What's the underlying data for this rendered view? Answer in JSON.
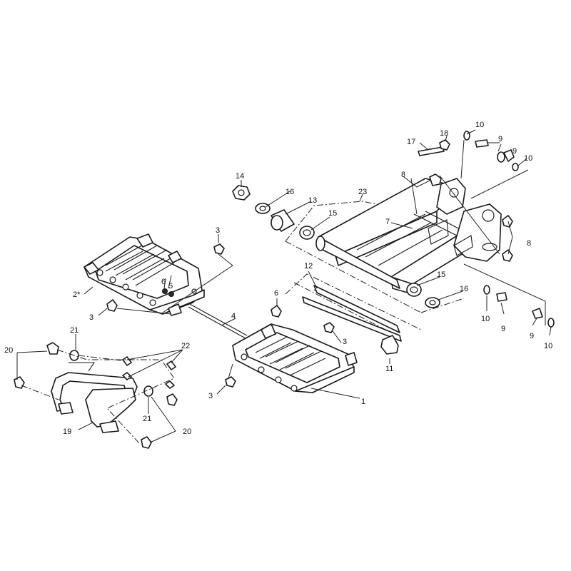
{
  "callouts": {
    "c1": "1",
    "c2": "2*",
    "c3a": "3",
    "c3b": "3",
    "c3c": "3",
    "c3d": "3",
    "c4": "4",
    "c5": "5",
    "c6a": "6",
    "c6b": "6",
    "c7": "7",
    "c8a": "8",
    "c8b": "8",
    "c9a": "9",
    "c9b": "9",
    "c9c": "9",
    "c9d": "9",
    "c10a": "10",
    "c10b": "10",
    "c10c": "10",
    "c10d": "10",
    "c11": "11",
    "c12": "12",
    "c13": "13",
    "c14": "14",
    "c15a": "15",
    "c15b": "15",
    "c16a": "16",
    "c16b": "16",
    "c17": "17",
    "c18": "18",
    "c19": "19",
    "c20a": "20",
    "c20b": "20",
    "c21a": "21",
    "c21b": "21",
    "c22": "22",
    "c23": "23"
  }
}
